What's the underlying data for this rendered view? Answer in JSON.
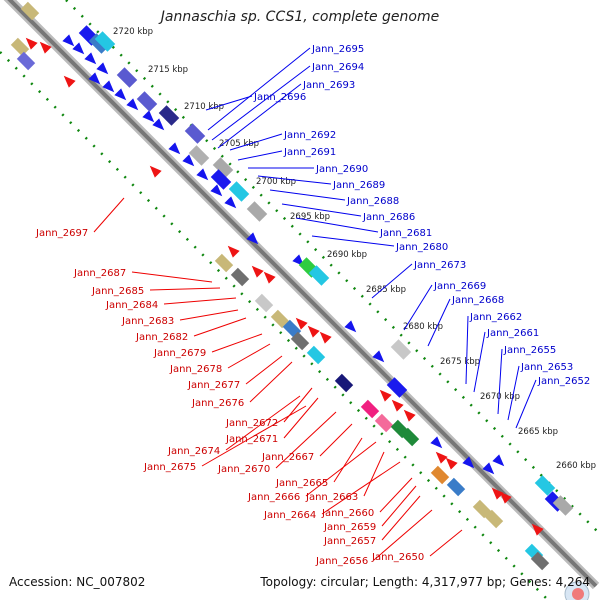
{
  "title": "Jannaschia sp. CCS1, complete genome",
  "footer": {
    "accession": "Accession: NC_007802",
    "topology": "Topology: circular; Length: 4,317,977 bp; Genes: 4,264"
  },
  "colors": {
    "plus_strand": "#0000ee",
    "minus_strand": "#ee0000",
    "backbone": "#888888",
    "tick_dots": "#118811"
  },
  "kbp_ticks": [
    "2720 kbp",
    "2715 kbp",
    "2710 kbp",
    "2705 kbp",
    "2700 kbp",
    "2695 kbp",
    "2690 kbp",
    "2685 kbp",
    "2680 kbp",
    "2675 kbp",
    "2670 kbp",
    "2665 kbp",
    "2660 kbp"
  ],
  "genes_top": [
    "Jann_2695",
    "Jann_2694",
    "Jann_2693",
    "Jann_2696",
    "Jann_2692",
    "Jann_2691",
    "Jann_2690",
    "Jann_2689",
    "Jann_2688",
    "Jann_2686",
    "Jann_2681",
    "Jann_2680",
    "Jann_2673",
    "Jann_2669",
    "Jann_2668",
    "Jann_2662",
    "Jann_2661",
    "Jann_2655",
    "Jann_2653",
    "Jann_2652"
  ],
  "genes_bottom": [
    "Jann_2697",
    "Jann_2687",
    "Jann_2685",
    "Jann_2684",
    "Jann_2683",
    "Jann_2682",
    "Jann_2679",
    "Jann_2678",
    "Jann_2677",
    "Jann_2676",
    "Jann_2672",
    "Jann_2671",
    "Jann_2674",
    "Jann_2675",
    "Jann_2670",
    "Jann_2667",
    "Jann_2665",
    "Jann_2666",
    "Jann_2663",
    "Jann_2664",
    "Jann_2660",
    "Jann_2659",
    "Jann_2657",
    "Jann_2656",
    "Jann_2650"
  ]
}
